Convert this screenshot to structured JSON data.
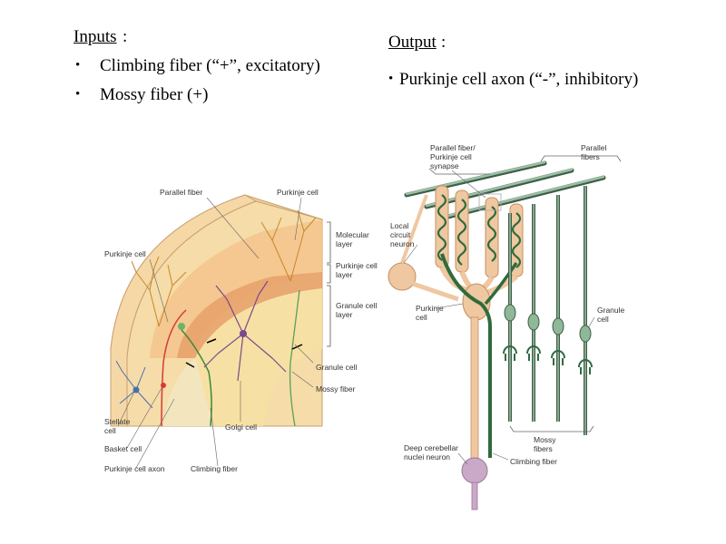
{
  "inputs": {
    "heading": "Inputs",
    "colon": ":",
    "items": [
      "Climbing fiber (“+”, excitatory)",
      "Mossy fiber (+)"
    ]
  },
  "output": {
    "heading": "Output",
    "colon": ":",
    "items": [
      "Purkinje cell axon (“-”, inhibitory)"
    ]
  },
  "left_figure": {
    "labels": {
      "parallel_fiber": "Parallel fiber",
      "purkinje_cell_top": "Purkinje cell",
      "purkinje_cell_left": "Purkinje cell",
      "molecular_layer_1": "Molecular",
      "molecular_layer_2": "layer",
      "purkinje_layer_1": "Purkinje cell",
      "purkinje_layer_2": "layer",
      "granule_layer_1": "Granule cell",
      "granule_layer_2": "layer",
      "granule_cell": "Granule cell",
      "mossy_fiber": "Mossy fiber",
      "golgi_cell": "Golgi cell",
      "stellate_1": "Stellate",
      "stellate_2": "cell",
      "basket_cell": "Basket cell",
      "purkinje_axon": "Purkinje cell axon",
      "climbing_fiber": "Climbing fiber"
    }
  },
  "right_figure": {
    "labels": {
      "pf_synapse_1": "Parallel fiber/",
      "pf_synapse_2": "Purkinje cell",
      "pf_synapse_3": "synapse",
      "parallel_fibers_1": "Parallel",
      "parallel_fibers_2": "fibers",
      "local_1": "Local",
      "local_2": "circuit",
      "local_3": "neuron",
      "purkinje_1": "Purkinje",
      "purkinje_2": "cell",
      "granule_1": "Granule",
      "granule_2": "cell",
      "mossy_1": "Mossy",
      "mossy_2": "fibers",
      "deep_1": "Deep cerebellar",
      "deep_2": "nuclei neuron",
      "climbing_fiber": "Climbing fiber"
    }
  },
  "colors": {
    "tissue": "#f3d9a8",
    "molecular": "#f6c98f",
    "purkinje_layer": "#eeb47a",
    "granule_layer": "#f5d69a",
    "green_fiber": "#2f6b3c",
    "purkinje_cell": "#efc7a0",
    "deep_neuron": "#c9a8c8",
    "golgi": "#7a4a8c",
    "red_axon": "#d33a3a",
    "blue_cell": "#4a6fb0"
  }
}
